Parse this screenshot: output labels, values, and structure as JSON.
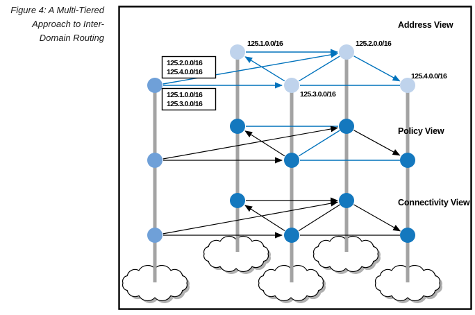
{
  "figure_caption": {
    "lines": [
      "Figure 4: A Multi-Tiered",
      "Approach to Inter-",
      "Domain Routing"
    ]
  },
  "views": {
    "address": {
      "label": "Address View",
      "prefixes": {
        "node1": "125.1.0.0/16",
        "node2": "125.2.0.0/16",
        "node3": "125.3.0.0/16",
        "node4": "125.4.0.0/16"
      }
    },
    "policy": {
      "label": "Policy View"
    },
    "connectivity": {
      "label": "Connectivity View"
    }
  },
  "routing_boxes": {
    "upper": {
      "line1": "125.2.0.0/16",
      "line2": "125.4.0.0/16"
    },
    "lower": {
      "line1": "125.1.0.0/16",
      "line2": "125.3.0.0/16"
    }
  },
  "colors": {
    "node_dark_blue": "#1478BE",
    "node_light_blue": "#BFD3EC",
    "node_medium_blue": "#6FA0D8",
    "edge_blue": "#0072BC",
    "edge_black": "#000000",
    "pole_gray": "#A3A3A3",
    "cloud_shadow_gray": "#B0B0B0",
    "frame_border": "#000000"
  }
}
